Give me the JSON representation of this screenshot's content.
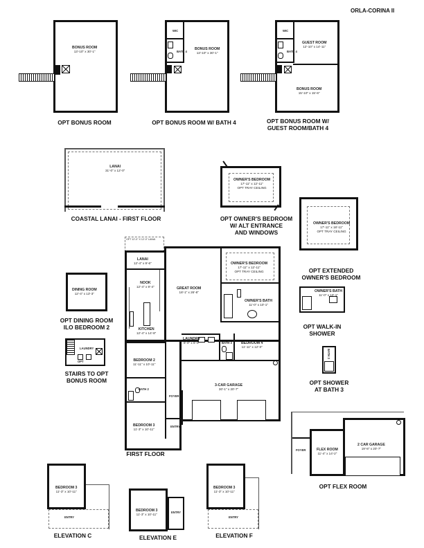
{
  "plan_name": "ORLA-CORINA II",
  "captions": {
    "opt_bonus_room": "OPT BONUS ROOM",
    "opt_bonus_bath4": "OPT BONUS ROOM W/ BATH 4",
    "opt_bonus_guest_1": "OPT BONUS ROOM W/",
    "opt_bonus_guest_2": "GUEST ROOM/BATH 4",
    "coastal_lanai": "COASTAL LANAI - FIRST FLOOR",
    "alt_entrance_1": "OPT OWNER'S BEDROOM",
    "alt_entrance_2": "W/ ALT ENTRANCE",
    "alt_entrance_3": "AND WINDOWS",
    "ext_owner_1": "OPT EXTENDED",
    "ext_owner_2": "OWNER'S BEDROOM",
    "dining_1": "OPT DINING ROOM",
    "dining_2": "ILO BEDROOM 2",
    "walkin_1": "OPT WALK-IN",
    "walkin_2": "SHOWER",
    "stairs_1": "STAIRS TO OPT",
    "stairs_2": "BONUS ROOM",
    "shower_1": "OPT SHOWER",
    "shower_2": "AT BATH 3",
    "first_floor": "FIRST FLOOR",
    "flex_room": "OPT FLEX ROOM",
    "elev_c": "ELEVATION C",
    "elev_e": "ELEVATION E",
    "elev_f": "ELEVATION F"
  },
  "rooms": {
    "bonus": {
      "name": "BONUS ROOM",
      "dim": "13'-10\" x 30'-1\""
    },
    "bonus_b4": {
      "name": "BONUS ROOM",
      "dim": "13'-10\" x 30'-1\""
    },
    "bath4": "BATH 4",
    "wic": "WIC",
    "guest": {
      "name": "GUEST ROOM",
      "dim": "12'-10\" x 14'-11\""
    },
    "bonus_g": {
      "name": "BONUS ROOM",
      "dim": "15'-10\" x 15'-6\""
    },
    "bath4_g": "BATH 4",
    "wic_g": "WIC",
    "lanai_coastal": {
      "name": "LANAI",
      "dim": "31'-0\" x 12'-0\""
    },
    "owner_alt": {
      "name": "OWNER'S BEDROOM",
      "dim": "17'-11\" x 12'-11\"",
      "note": "OPT TRAY CEILING"
    },
    "owner_ext": {
      "name": "OWNER'S BEDROOM",
      "dim": "17'-11\" x 18'-11\"",
      "note": "OPT TRAY CEILING"
    },
    "dining": {
      "name": "DINING ROOM",
      "dim": "12'-4\" x 13'-3\""
    },
    "lanai": {
      "name": "LANAI",
      "dim": "12'-4\" x 9'-6\""
    },
    "opt_lanai_ext": "OPT 12'-0\" X 12'-0\" LANAI",
    "nook": {
      "name": "NOOK",
      "dim": "12'-4\" x 9'-4\""
    },
    "great": {
      "name": "GREAT ROOM",
      "dim": "18'-1\" x 26'-8\""
    },
    "owner": {
      "name": "OWNER'S BEDROOM",
      "dim": "17'-11\" x 12'-11\"",
      "note": "OPT TRAY CEILING"
    },
    "owner_bath": {
      "name": "OWNER'S BATH",
      "dim": "11'-0\" x 10'-1\""
    },
    "kitchen": {
      "name": "KITCHEN",
      "dim": "12'-4\" x 14'-8\""
    },
    "laundry": {
      "name": "LAUNDRY",
      "dim": "8'-0\" x 6'-0\""
    },
    "bath3": "BATH 3",
    "bed4": {
      "name": "BEDROOM 4",
      "dim": "11'-11\" x 12'-0\""
    },
    "bed2": {
      "name": "BEDROOM 2",
      "dim": "11'-11\" x 10'-11\""
    },
    "bath2": "BATH 2",
    "garage3": {
      "name": "3-CAR GARAGE",
      "dim": "30'-1\" x 20'-7\""
    },
    "foyer": "FOYER",
    "bed3": {
      "name": "BEDROOM 3",
      "dim": "11'-3\" x 10'-11\""
    },
    "entry": "ENTRY",
    "owner_bath_w": {
      "name": "OWNER'S BATH",
      "dim": "11'-0\" x 10'-1\""
    },
    "bath3_s": "BATH 3",
    "flex": {
      "name": "FLEX ROOM",
      "dim": "11'-4\" x 14'-2\""
    },
    "garage2": {
      "name": "2 CAR GARAGE",
      "dim": "19'-8\" x 20'-7\""
    },
    "foyer_f": "FOYER",
    "laundry_s": "LAUNDRY",
    "opt": "OPT",
    "bed3_c": {
      "name": "BEDROOM 3",
      "dim": "11'-3\" x 10'-11\""
    },
    "entry_c": "ENTRY",
    "bed3_e": {
      "name": "BEDROOM 3",
      "dim": "11'-3\" x 10'-11\""
    },
    "entry_e": "ENTRY",
    "bed3_f": {
      "name": "BEDROOM 3",
      "dim": "11'-3\" x 10'-11\""
    },
    "entry_f": "ENTRY"
  }
}
